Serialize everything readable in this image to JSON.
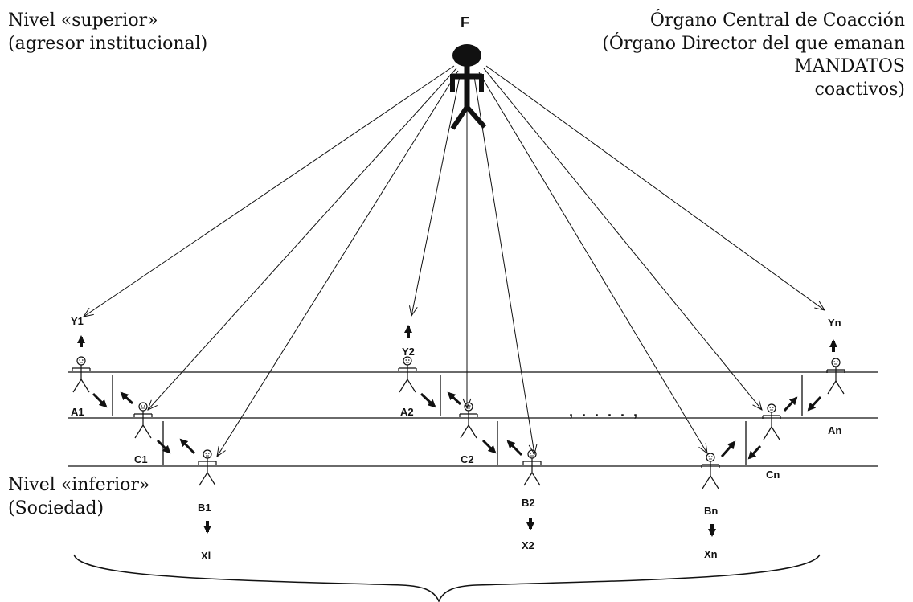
{
  "header": {
    "upper_level": "Nivel «superior»",
    "upper_level_sub": "(agresor institucional)",
    "central_organ_title": "Órgano Central de Coacción",
    "central_organ_lines": [
      "(Órgano Director del que emanan",
      "MANDATOS",
      "coactivos)"
    ]
  },
  "footer": {
    "lower_level": "Nivel «inferior»",
    "lower_level_sub": "(Sociedad)"
  },
  "diagram": {
    "top_node": "F",
    "ellipsis": ", . . . . ,",
    "groups": [
      {
        "y": "Y1",
        "a": "A1",
        "c": "C1",
        "b": "B1",
        "x": "Xl"
      },
      {
        "y": "Y2",
        "a": "A2",
        "c": "C2",
        "b": "B2",
        "x": "X2"
      },
      {
        "y": "Yn",
        "a": "An",
        "c": "Cn",
        "b": "Bn",
        "x": "Xn"
      }
    ]
  }
}
